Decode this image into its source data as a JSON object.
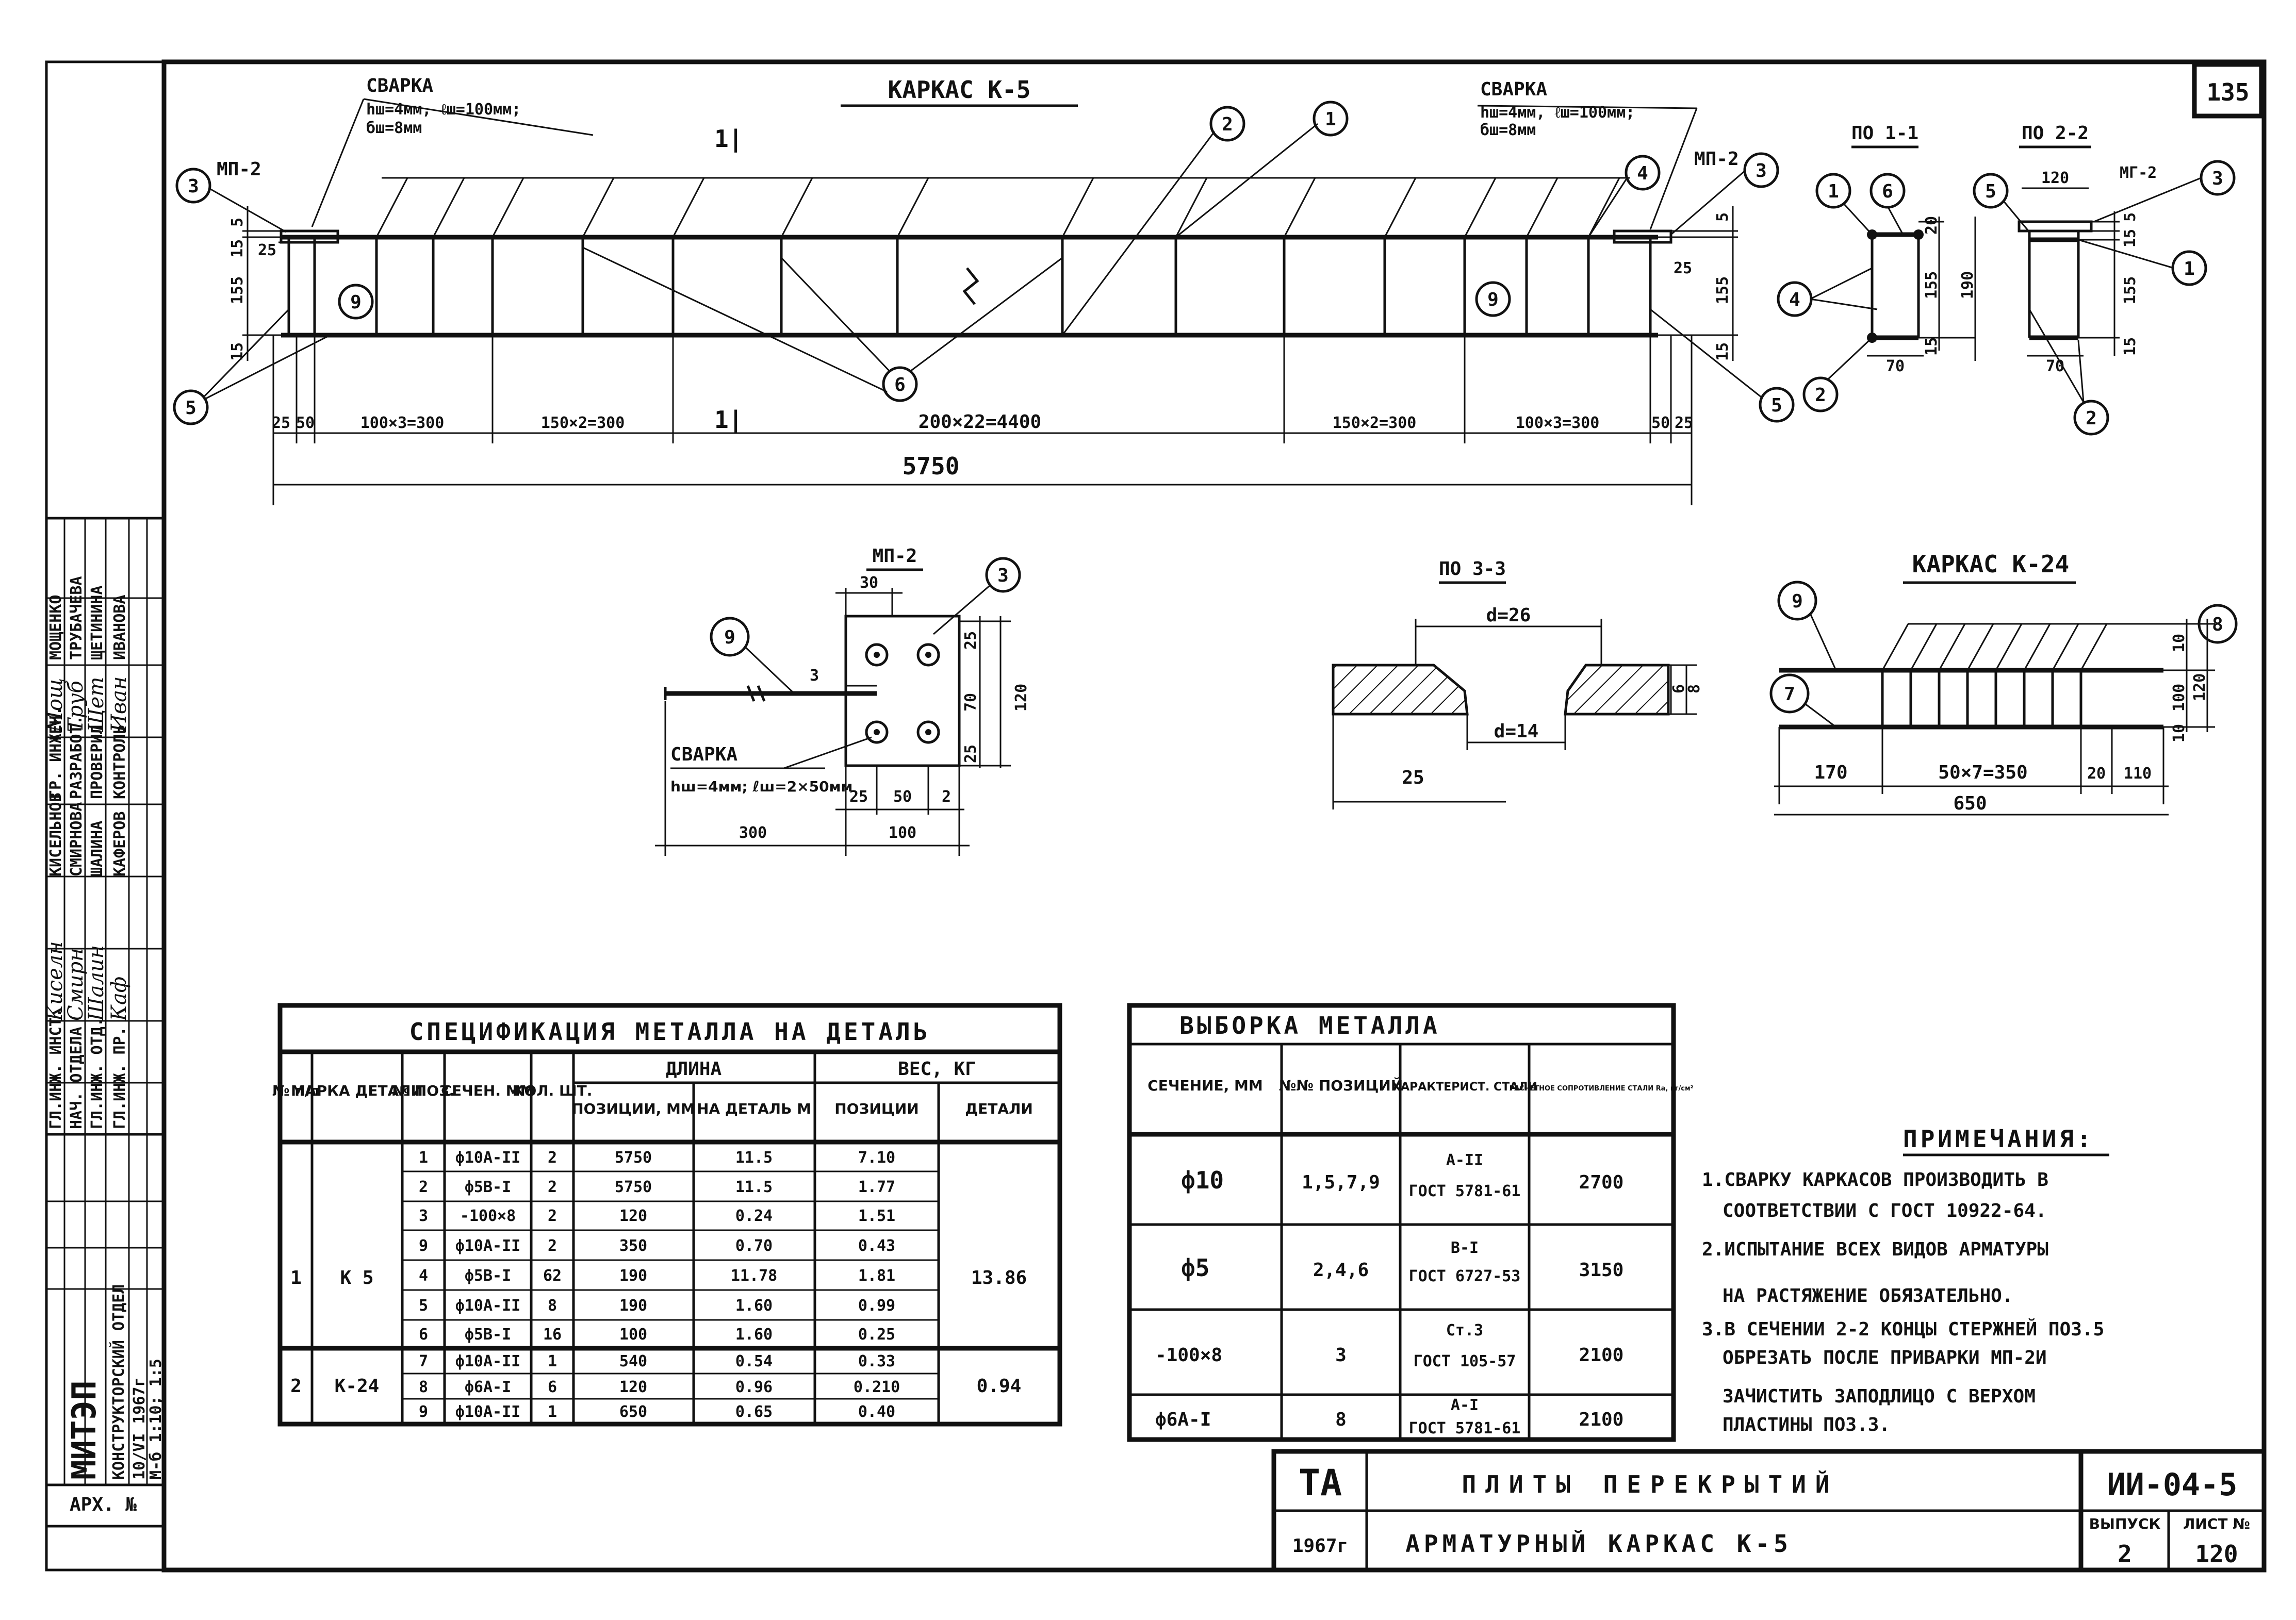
{
  "sheet": {
    "page_no": "135",
    "frame_code": "ИИ-04-5",
    "issue_label": "ВЫПУСК",
    "issue_no": "2",
    "list_label": "ЛИСТ №",
    "list_no": "120",
    "title1": "ПЛИТЫ ПЕРЕКРЫТИЙ",
    "title2": "АРМАТУРНЫЙ КАРКАС К-5",
    "org_mark": "ТА",
    "year": "1967г"
  },
  "side_stamp": {
    "org": "МИТЭП",
    "dept": "КОНСТРУКТОРСКИЙ ОТДЕЛ",
    "date_line": "10/VI 1967г",
    "scale_line": "М-б 1:10; 1:5",
    "arch": "АРХ. №",
    "rows": [
      {
        "role": "ГЛ.ИНЖ. ИНСТ.",
        "name": "КИСЕЛЬНОВ",
        "sign": "Киселн"
      },
      {
        "role": "НАЧ. ОТДЕЛА",
        "name": "СМИРНОВА",
        "sign": "Смирн"
      },
      {
        "role": "ГЛ.ИНЖ. ОТД.",
        "name": "ШАЛИНА",
        "sign": "Шалин"
      },
      {
        "role": "ГЛ.ИНЖ. ПР.",
        "name": "КАФЕРОВ",
        "sign": "Каф"
      },
      {
        "role": "ГР. ИНЖЕН.",
        "name": "МОЩЕНКО",
        "sign": "Мощ"
      },
      {
        "role": "РАЗРАБОТ.",
        "name": "ТРУБАЧЕВА",
        "sign": "Труб"
      },
      {
        "role": "ПРОВЕРИЛ",
        "name": "ЩЕТИНИНА",
        "sign": "Щет"
      },
      {
        "role": "КОНТРОЛЬ",
        "name": "ИВАНОВА",
        "sign": "Иван"
      }
    ]
  },
  "k5": {
    "title": "КАРКАС К-5",
    "weld_left": "СВАРКА",
    "weld_left_spec": "hш=4мм, ℓш=100мм;",
    "weld_left_spec2": "бш=8мм",
    "weld_right": "СВАРКА",
    "weld_right_spec": "hш=4мм, ℓш=100мм;",
    "weld_right_spec2": "бш=8мм",
    "mp_left": "МП-2",
    "mp_right": "МП-2",
    "cut_mark": "1|",
    "dims_bottom": [
      "25",
      "50",
      "100×3=300",
      "150×2=300",
      "200×22=4400",
      "150×2=300",
      "100×3=300",
      "50",
      "25"
    ],
    "total": "5750",
    "dims_left": [
      "5",
      "15",
      "155",
      "15",
      "25"
    ],
    "dims_right": [
      "5",
      "155",
      "15",
      "25"
    ],
    "callouts": {
      "c1": "1",
      "c2": "2",
      "c3": "3",
      "c4": "4",
      "c5": "5",
      "c6": "6",
      "c9": "9"
    }
  },
  "sec11": {
    "title": "ПО 1-1",
    "d1": "20",
    "d2": "155",
    "d3": "190",
    "d4": "15",
    "d5": "70",
    "callouts": [
      "1",
      "6",
      "4",
      "2"
    ]
  },
  "sec22": {
    "title": "ПО 2-2",
    "mp": "МГ-2",
    "w": "120",
    "d1": "5",
    "d2": "15",
    "d3": "155",
    "d4": "15",
    "d5": "70",
    "callouts": [
      "5",
      "3",
      "1",
      "2"
    ]
  },
  "mp2": {
    "title": "МП-2",
    "d30": "30",
    "d3": "3",
    "d25a": "25",
    "d70": "70",
    "d120": "120",
    "d25b": "25",
    "d25c": "25",
    "d50": "50",
    "d2": "2",
    "d300": "300",
    "d100": "100",
    "weld": "СВАРКА",
    "weld_spec": "hш=4мм; ℓш=2×50мм",
    "callouts": [
      "9",
      "3"
    ]
  },
  "sec33": {
    "title": "ПО 3-3",
    "d_top": "d=26",
    "d_bot": "d=14",
    "w": "25",
    "h1": "6",
    "h2": "8"
  },
  "k24": {
    "title": "КАРКАС К-24",
    "d170": "170",
    "d350": "50×7=350",
    "d20": "20",
    "d110": "110",
    "d650": "650",
    "d10a": "10",
    "d100": "100",
    "d120": "120",
    "d10b": "10",
    "callouts": [
      "9",
      "8",
      "7"
    ]
  },
  "spec": {
    "title": "СПЕЦИФИКАЦИЯ МЕТАЛЛА НА ДЕТАЛЬ",
    "h_np": "№ п/п",
    "h_mark": "МАРКА ДЕТАЛИ",
    "h_pos": "№ ПОЗ.",
    "h_sec": "СЕЧЕН. ММ",
    "h_qty": "КОЛ. ШТ.",
    "h_len": "ДЛИНА",
    "h_len_pos": "ПОЗИЦИИ, ММ",
    "h_len_det": "НА ДЕТАЛЬ М",
    "h_wt": "ВЕС, КГ",
    "h_wt_pos": "ПОЗИЦИИ",
    "h_wt_det": "ДЕТАЛИ",
    "group1": {
      "np": "1",
      "mark": "К 5",
      "total": "13.86"
    },
    "group2": {
      "np": "2",
      "mark": "К-24",
      "total": "0.94"
    },
    "rows": [
      {
        "pos": "1",
        "sec": "ф10А-II",
        "qty": "2",
        "len": "5750",
        "det": "11.5",
        "w": "7.10"
      },
      {
        "pos": "2",
        "sec": "ф5В-I",
        "qty": "2",
        "len": "5750",
        "det": "11.5",
        "w": "1.77"
      },
      {
        "pos": "3",
        "sec": "-100×8",
        "qty": "2",
        "len": "120",
        "det": "0.24",
        "w": "1.51"
      },
      {
        "pos": "9",
        "sec": "ф10А-II",
        "qty": "2",
        "len": "350",
        "det": "0.70",
        "w": "0.43"
      },
      {
        "pos": "4",
        "sec": "ф5В-I",
        "qty": "62",
        "len": "190",
        "det": "11.78",
        "w": "1.81"
      },
      {
        "pos": "5",
        "sec": "ф10А-II",
        "qty": "8",
        "len": "190",
        "det": "1.60",
        "w": "0.99"
      },
      {
        "pos": "6",
        "sec": "ф5В-I",
        "qty": "16",
        "len": "100",
        "det": "1.60",
        "w": "0.25"
      },
      {
        "pos": "7",
        "sec": "ф10А-II",
        "qty": "1",
        "len": "540",
        "det": "0.54",
        "w": "0.33"
      },
      {
        "pos": "8",
        "sec": "ф6А-I",
        "qty": "6",
        "len": "120",
        "det": "0.96",
        "w": "0.210"
      },
      {
        "pos": "9",
        "sec": "ф10А-II",
        "qty": "1",
        "len": "650",
        "det": "0.65",
        "w": "0.40"
      }
    ]
  },
  "vyb": {
    "title": "ВЫБОРКА МЕТАЛЛА",
    "h_sec": "СЕЧЕНИЕ, ММ",
    "h_pos": "№№ ПОЗИЦИЙ",
    "h_char": "ХАРАКТЕРИСТ. СТАЛИ",
    "h_res": "РАСЧЕТНОЕ СОПРОТИВЛЕНИЕ СТАЛИ Rа, кг/см²",
    "rows": [
      {
        "sec": "ф10",
        "pos": "1,5,7,9",
        "c1": "А-II",
        "c2": "ГОСТ 5781-61",
        "r": "2700"
      },
      {
        "sec": "ф5",
        "pos": "2,4,6",
        "c1": "В-I",
        "c2": "ГОСТ 6727-53",
        "r": "3150"
      },
      {
        "sec": "-100×8",
        "pos": "3",
        "c1": "Ст.3",
        "c2": "ГОСТ 105-57",
        "r": "2100"
      },
      {
        "sec": "ф6А-I",
        "pos": "8",
        "c1": "А-I",
        "c2": "ГОСТ 5781-61",
        "r": "2100"
      }
    ]
  },
  "notes": {
    "title": "ПРИМЕЧАНИЯ:",
    "lines": [
      "1.СВАРКУ КАРКАСОВ ПРОИЗВОДИТЬ В",
      "СООТВЕТСТВИИ С ГОСТ 10922-64.",
      "2.ИСПЫТАНИЕ ВСЕХ ВИДОВ АРМАТУРЫ",
      "НА РАСТЯЖЕНИЕ ОБЯЗАТЕЛЬНО.",
      "3.В СЕЧЕНИИ 2-2 КОНЦЫ СТЕРЖНЕЙ ПОЗ.5",
      "ОБРЕЗАТЬ ПОСЛЕ ПРИВАРКИ МП-2И",
      "ЗАЧИСТИТЬ ЗАПОДЛИЦО С ВЕРХОМ",
      "ПЛАСТИНЫ ПОЗ.3."
    ]
  }
}
